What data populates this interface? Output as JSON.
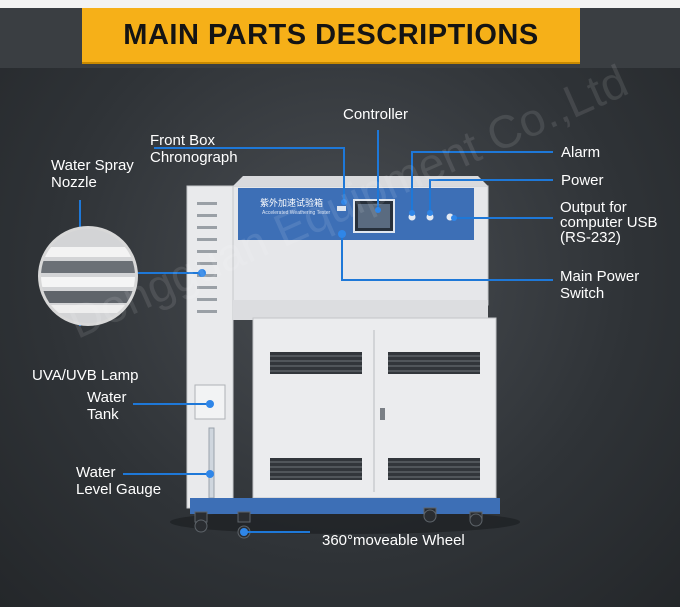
{
  "banner": {
    "title": "MAIN PARTS DESCRIPTIONS"
  },
  "labels": {
    "controller": "Controller",
    "front_box_chronograph": "Front Box\nChronograph",
    "water_spray_nozzle": "Water Spray\nNozzle",
    "alarm": "Alarm",
    "power": "Power",
    "output_usb": "Output for\ncomputer USB\n(RS-232)",
    "main_power_switch": "Main Power\nSwitch",
    "uva_uvb_lamp": "UVA/UVB Lamp",
    "water_tank": "Water\nTank",
    "water_level_gauge": "Water\nLevel Gauge",
    "moveable_wheel": "360°moveable Wheel"
  },
  "machine_panel": {
    "title": "紫外加速试验箱",
    "subtitle": "Accelerated Weathering Tester"
  },
  "watermark": "Dongguan Equipment Co.,Ltd",
  "colors": {
    "banner": "#f6b018",
    "leader_line": "#1e78d8",
    "dot": "#2f86e8",
    "panel_blue": "#3d6fb6",
    "cabinet": "#e4e5e8"
  }
}
